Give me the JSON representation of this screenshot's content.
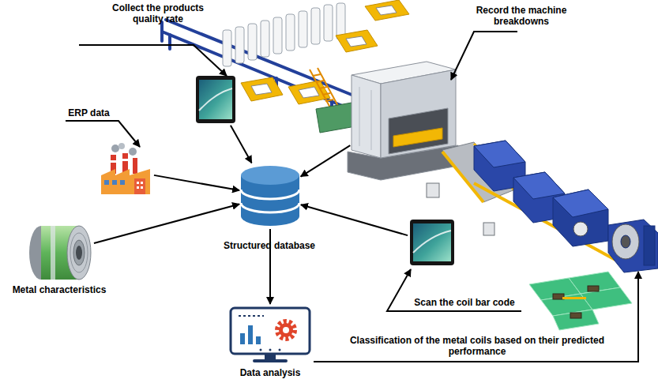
{
  "diagram": {
    "nodes": [
      {
        "text": [
          "Collect the products quality rate"
        ]
      },
      {
        "text": [
          "ERP data"
        ]
      },
      {
        "text": [
          "Metal characteristics"
        ]
      },
      {
        "text": [
          "Structured database"
        ]
      },
      {
        "text": [
          "Record the machine breakdowns"
        ]
      },
      {
        "text": [
          "Scan the coil bar code"
        ]
      },
      {
        "text": [
          "Data analysis"
        ]
      }
    ],
    "edges": [
      {
        "from": 0,
        "to": 3,
        "arrow": "to"
      },
      {
        "from": 1,
        "to": 3,
        "arrow": "to"
      },
      {
        "from": 2,
        "to": 3,
        "arrow": "to"
      },
      {
        "from": 4,
        "to": 3,
        "arrow": "to"
      },
      {
        "from": 5,
        "to": 3,
        "arrow": "to"
      },
      {
        "from": 3,
        "to": 6,
        "arrow": "to"
      }
    ],
    "labels": [
      "Classification of the metal coils based on their predicted performance"
    ]
  }
}
